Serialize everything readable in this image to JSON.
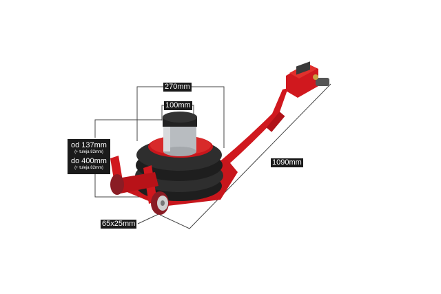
{
  "product": {
    "type": "pneumatic air bag jack",
    "colors": {
      "frame": "#d0181e",
      "bellows": "#2a2a2a",
      "cylinder": "#b8bcc0",
      "pad": "#222222",
      "wheel": "#8a1c24",
      "label_bg": "#1a1a1a",
      "label_text": "#ffffff",
      "dimension_line": "#444444"
    }
  },
  "dimensions": {
    "width_total": "270mm",
    "pad_diameter": "100mm",
    "min_height": "od 137mm",
    "min_height_note": "(+ tuleja 82mm)",
    "max_height": "do 400mm",
    "max_height_note": "(+ tuleja 82mm)",
    "length": "1090mm",
    "wheel": "65x25mm"
  }
}
